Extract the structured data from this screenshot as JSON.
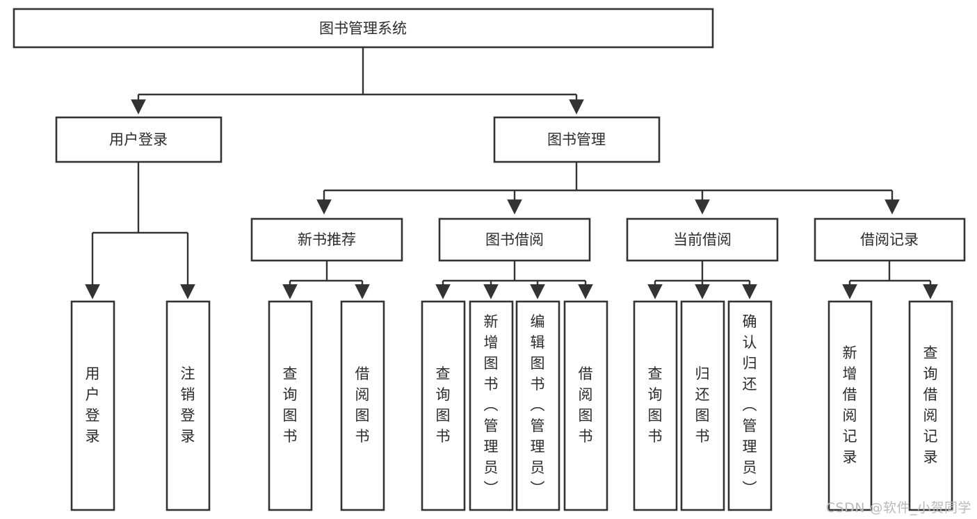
{
  "diagram": {
    "title": "图书管理系统",
    "type": "tree-hierarchy",
    "watermark": "CSDN @软件_小贺同学",
    "levels": [
      {
        "level": 1,
        "nodes": [
          {
            "id": "root",
            "label": "图书管理系统",
            "orientation": "horizontal"
          }
        ]
      },
      {
        "level": 2,
        "nodes": [
          {
            "id": "login",
            "label": "用户登录",
            "orientation": "horizontal",
            "parent": "root"
          },
          {
            "id": "bookmgmt",
            "label": "图书管理",
            "orientation": "horizontal",
            "parent": "root"
          }
        ]
      },
      {
        "level": 3,
        "nodes": [
          {
            "id": "newbook",
            "label": "新书推荐",
            "orientation": "horizontal",
            "parent": "bookmgmt"
          },
          {
            "id": "borrow",
            "label": "图书借阅",
            "orientation": "horizontal",
            "parent": "bookmgmt"
          },
          {
            "id": "current",
            "label": "当前借阅",
            "orientation": "horizontal",
            "parent": "bookmgmt"
          },
          {
            "id": "record",
            "label": "借阅记录",
            "orientation": "horizontal",
            "parent": "bookmgmt"
          }
        ]
      },
      {
        "level": 4,
        "nodes": [
          {
            "id": "leaf-user-login",
            "label": "用户登录",
            "orientation": "vertical",
            "parent": "login"
          },
          {
            "id": "leaf-user-logout",
            "label": "注销登录",
            "orientation": "vertical",
            "parent": "login"
          },
          {
            "id": "leaf-nb-query",
            "label": "查询图书",
            "orientation": "vertical",
            "parent": "newbook"
          },
          {
            "id": "leaf-nb-borrow",
            "label": "借阅图书",
            "orientation": "vertical",
            "parent": "newbook"
          },
          {
            "id": "leaf-bw-query",
            "label": "查询图书",
            "orientation": "vertical",
            "parent": "borrow"
          },
          {
            "id": "leaf-bw-add",
            "label": "新增图书（管理员）",
            "orientation": "vertical",
            "parent": "borrow"
          },
          {
            "id": "leaf-bw-edit",
            "label": "编辑图书（管理员）",
            "orientation": "vertical",
            "parent": "borrow"
          },
          {
            "id": "leaf-bw-borrow",
            "label": "借阅图书",
            "orientation": "vertical",
            "parent": "borrow"
          },
          {
            "id": "leaf-cur-query",
            "label": "查询图书",
            "orientation": "vertical",
            "parent": "current"
          },
          {
            "id": "leaf-cur-return",
            "label": "归还图书",
            "orientation": "vertical",
            "parent": "current"
          },
          {
            "id": "leaf-cur-confirm",
            "label": "确认归还（管理员）",
            "orientation": "vertical",
            "parent": "current"
          },
          {
            "id": "leaf-rec-add",
            "label": "新增借阅记录",
            "orientation": "vertical",
            "parent": "record"
          },
          {
            "id": "leaf-rec-query",
            "label": "查询借阅记录",
            "orientation": "vertical",
            "parent": "record"
          }
        ]
      }
    ],
    "colors": {
      "box_stroke": "#333333",
      "box_fill": "#ffffff",
      "connector": "#333333",
      "text": "#2b2b2b",
      "watermark": "#b9b9b9",
      "background": "#ffffff"
    }
  }
}
